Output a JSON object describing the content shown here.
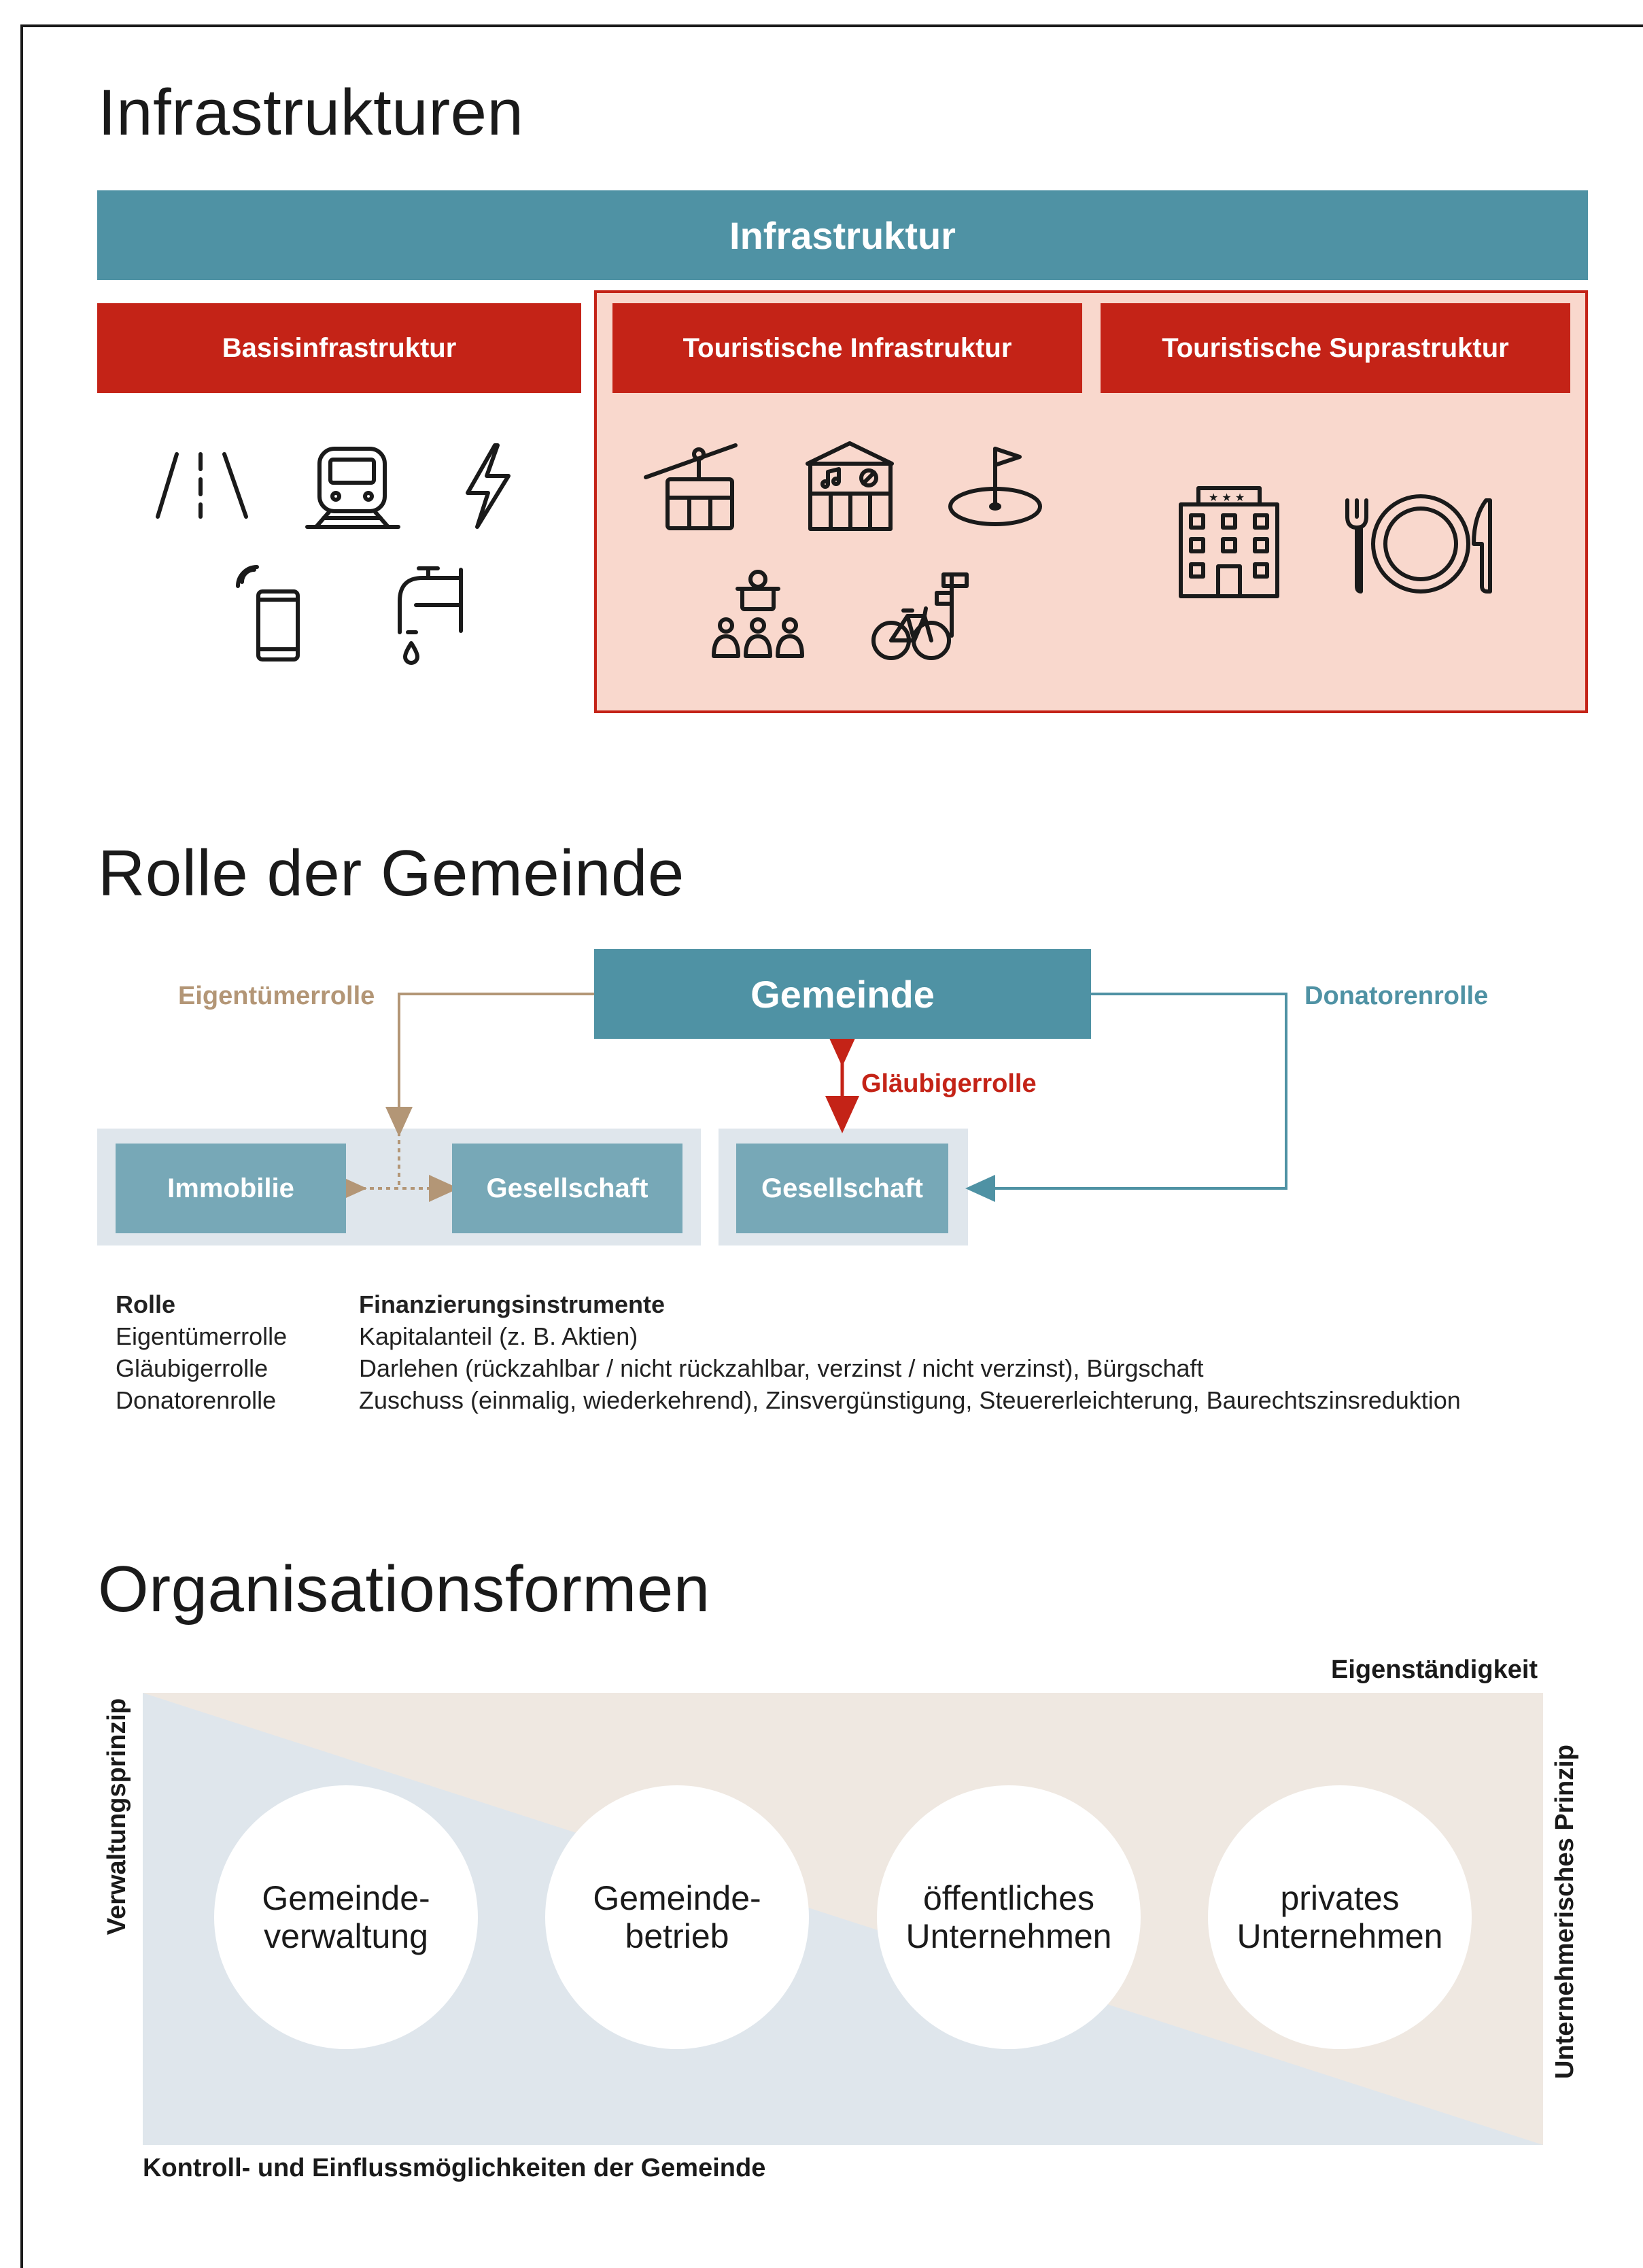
{
  "sections": {
    "infra_title": "Infrastrukturen",
    "role_title": "Rolle der Gemeinde",
    "org_title": "Organisationsformen"
  },
  "infrastructure": {
    "header": "Infrastruktur",
    "basis": "Basisinfrastruktur",
    "tourist_infra": "Touristische Infrastruktur",
    "tourist_supra": "Touristische Suprastruktur",
    "basis_icons": [
      "road-icon",
      "train-icon",
      "electricity-icon",
      "mobile-phone-icon",
      "water-tap-icon"
    ],
    "tourist_infra_icons": [
      "cable-car-icon",
      "event-hall-icon",
      "golf-icon",
      "conference-icon",
      "bicycle-signpost-icon"
    ],
    "tourist_supra_icons": [
      "hotel-icon",
      "restaurant-icon"
    ]
  },
  "roles": {
    "gemeinde": "Gemeinde",
    "owner_role": "Eigentümerrolle",
    "donor_role": "Donatorenrolle",
    "creditor_role": "Gläubigerrolle",
    "immobilie": "Immobilie",
    "gesellschaft_1": "Gesellschaft",
    "gesellschaft_2": "Gesellschaft",
    "colors": {
      "owner": "#b39676",
      "creditor": "#c42317",
      "donor": "#4f92a4"
    },
    "table": {
      "col1_header": "Rolle",
      "col2_header": "Finanzierungsinstrumente",
      "rows": [
        {
          "role": "Eigentümerrolle",
          "instruments": "Kapitalanteil (z. B. Aktien)"
        },
        {
          "role": "Gläubigerrolle",
          "instruments": "Darlehen (rückzahlbar / nicht rückzahlbar, verzinst / nicht verzinst), Bürgschaft"
        },
        {
          "role": "Donatorenrolle",
          "instruments": "Zuschuss (einmalig, wiederkehrend), Zinsvergünstigung, Steuererleichterung, Baurechtszinsreduktion"
        }
      ]
    }
  },
  "organisation": {
    "top_right": "Eigenständigkeit",
    "left_vertical": "Verwaltungsprinzip",
    "right_vertical": "Unternehmerisches Prinzip",
    "bottom": "Kontroll- und Einflussmöglichkeiten der Gemeinde",
    "forms": [
      {
        "line1": "Gemeinde-",
        "line2": "verwaltung"
      },
      {
        "line1": "Gemeinde-",
        "line2": "betrieb"
      },
      {
        "line1": "öffentliches",
        "line2": "Unternehmen"
      },
      {
        "line1": "privates",
        "line2": "Unternehmen"
      }
    ]
  }
}
